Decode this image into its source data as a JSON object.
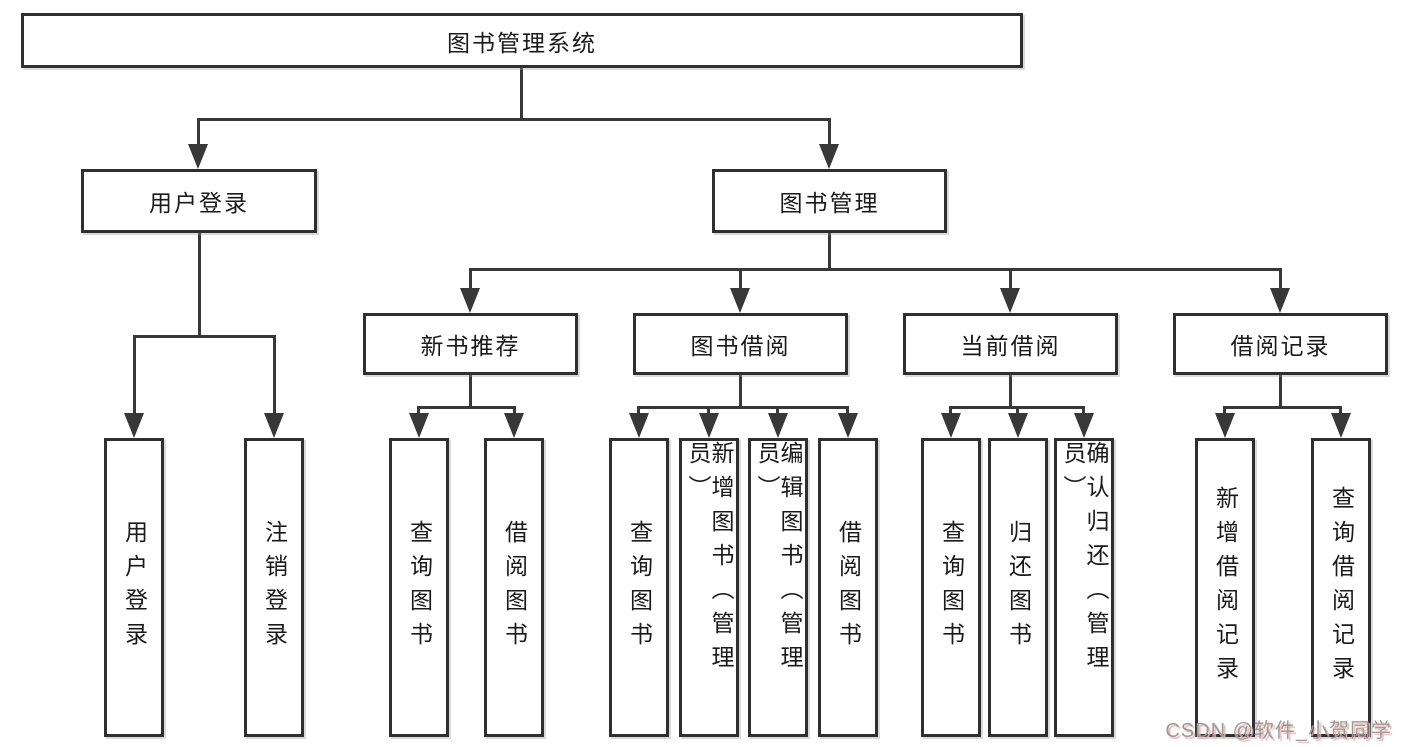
{
  "diagram_type": "hierarchy-tree",
  "tree": {
    "label": "图书管理系统",
    "children": [
      {
        "label": "用户登录",
        "children": [
          {
            "label": "用户登录"
          },
          {
            "label": "注销登录"
          }
        ]
      },
      {
        "label": "图书管理",
        "children": [
          {
            "label": "新书推荐",
            "children": [
              {
                "label": "查询图书"
              },
              {
                "label": "借阅图书"
              }
            ]
          },
          {
            "label": "图书借阅",
            "children": [
              {
                "label": "查询图书"
              },
              {
                "label": "新增图书（管理员）"
              },
              {
                "label": "编辑图书（管理员）"
              },
              {
                "label": "借阅图书"
              }
            ]
          },
          {
            "label": "当前借阅",
            "children": [
              {
                "label": "查询图书"
              },
              {
                "label": "归还图书"
              },
              {
                "label": "确认归还（管理员）"
              }
            ]
          },
          {
            "label": "借阅记录",
            "children": [
              {
                "label": "新增借阅记录"
              },
              {
                "label": "查询借阅记录"
              }
            ]
          }
        ]
      }
    ]
  },
  "watermark": {
    "text": "CSDN @软件_小贺同学"
  },
  "colors": {
    "line_color": "#383838",
    "border_color": "#2f2f2f",
    "text_color": "#1a1a1a",
    "watermark_color": "#9b9b9b",
    "watermark_shadow": "#eeb4b4",
    "bg": "#ffffff"
  }
}
